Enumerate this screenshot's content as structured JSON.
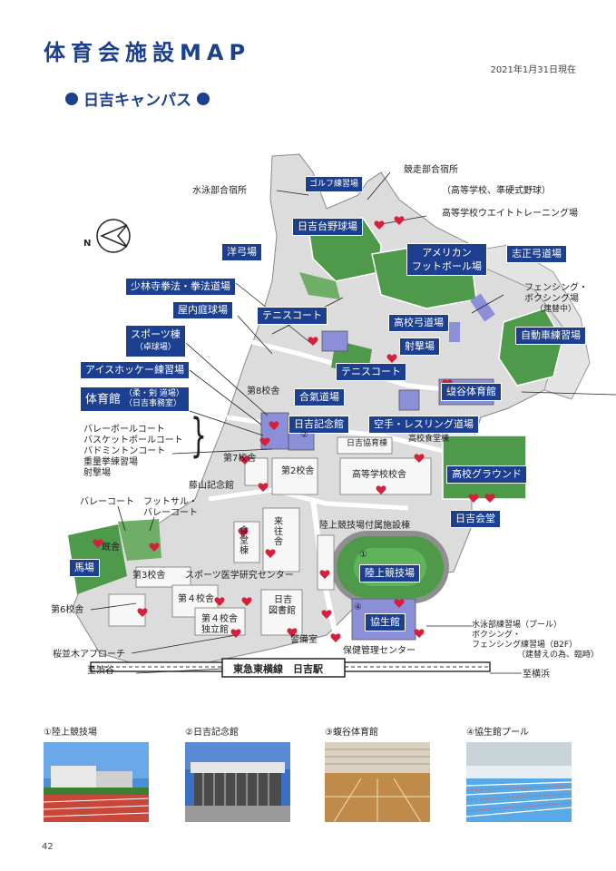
{
  "header": {
    "title": "体育会施設MAP",
    "date": "2021年1月31日現在",
    "campus": "日吉キャンパス"
  },
  "colors": {
    "accent": "#1c3f8f",
    "building": "#8a8fd8",
    "field": "#4e9a4a",
    "heart": "#d61f3a"
  },
  "compass": "N",
  "labels": {
    "golf": "ゴルフ練習場",
    "yakyu": "日吉台野球場",
    "youkyu": "洋弓場",
    "football_1": "アメリカン",
    "football_2": "フットボール場",
    "shisei": "志正弓道場",
    "shorinji": "少林寺拳法・拳法道場",
    "okunai": "屋内庭球場",
    "tennis1": "テニスコート",
    "koko_kyudo": "高校弓道場",
    "shageki": "射撃場",
    "tennis2": "テニスコート",
    "jidosha": "自動車練習場",
    "sports_1": "スポーツ棟",
    "sports_2": "（卓球場）",
    "ice": "アイスホッケー練習場",
    "taiikukan": "体育館",
    "taiikukan_sub_1": "（柔・剣 道場）",
    "taiikukan_sub_2": "（日吉事務室）",
    "aiki": "合氣道場",
    "kinenkan": "日吉記念館",
    "karate": "空手・レスリング道場",
    "mamushi": "蝮谷体育館",
    "koko_ground": "高校グラウンド",
    "kaido": "日吉会堂",
    "rikujo": "陸上競技場",
    "kyosei": "協生館",
    "baba": "馬場"
  },
  "texts": {
    "suiei_shukusha": "水泳部合宿所",
    "kyoso_shukusha": "競走部合宿所",
    "koko_yakyu": "（高等学校、準硬式野球）",
    "koko_weight": "高等学校ウエイトトレーニング場",
    "fencing_1": "フェンシング・",
    "fencing_2": "ボクシング場",
    "fencing_3": "（建替中）",
    "volley_list": [
      "バレーボールコート",
      "バスケットボールコート",
      "バドミントンコート",
      "重量挙練習場",
      "射撃場"
    ],
    "kosha8": "第8校舎",
    "kosha7": "第7校舎",
    "kosha2": "第2校舎",
    "kosha3": "第3校舎",
    "kosha4": "第４校舎",
    "kosha4dokuritsu_1": "第４校舎",
    "kosha4dokuritsu_2": "独立館",
    "kosha6": "第6校舎",
    "fujiyama": "藤山記念館",
    "kyodo": "日吉協育棟",
    "koko_shokudo": "高校食堂棟",
    "koko_kosha": "高等学校校舎",
    "volley_court": "バレーコート",
    "futsal_1": "フットサル・",
    "futsal_2": "バレーコート",
    "kyusha": "厩舎",
    "shokudo": "食堂棟",
    "raiosha": "来往舎",
    "rikujo_fuzoku": "陸上競技場付属施設棟",
    "sports_igaku": "スポーツ医学研究センター",
    "toshokan_1": "日吉",
    "toshokan_2": "図書館",
    "keibi": "警備室",
    "hoken": "保健管理センター",
    "sakura": "桜並木アプローチ",
    "shibuya": "至渋谷",
    "yokohama": "至横浜",
    "station": "東急東横線　日吉駅",
    "suiei_pool_1": "水泳部練習場（プール）",
    "suiei_pool_2": "ボクシング・",
    "suiei_pool_3": "フェンシング練習場（B2F）",
    "suiei_pool_4": "（建替えの為、臨時）"
  },
  "markers": [
    "①",
    "②",
    "③",
    "④"
  ],
  "photos": [
    {
      "caption": "①陸上競技場"
    },
    {
      "caption": "②日吉記念館"
    },
    {
      "caption": "③蝮谷体育館"
    },
    {
      "caption": "④協生館プール"
    }
  ],
  "page_number": "42"
}
